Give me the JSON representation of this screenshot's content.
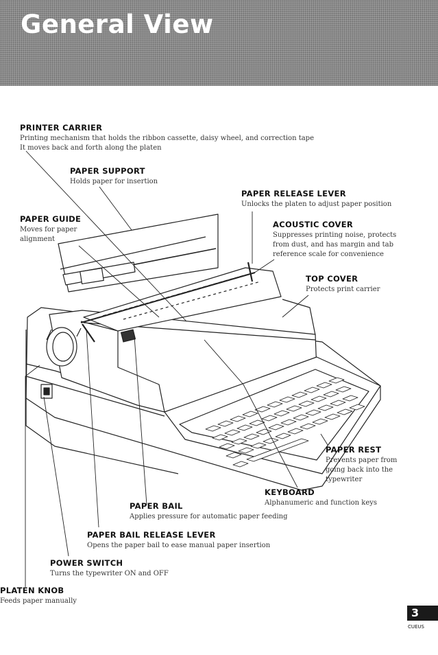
{
  "page": {
    "title": "General View",
    "page_number": "3",
    "footer_code": "CUEUS"
  },
  "callouts": [
    {
      "id": "printer-carrier",
      "title": "PRINTER CARRIER",
      "desc": "Printing mechanism that holds the ribbon cassette, daisy wheel, and correction tape\nIt moves back and forth along the platen"
    },
    {
      "id": "paper-support",
      "title": "PAPER SUPPORT",
      "desc": "Holds paper for insertion"
    },
    {
      "id": "paper-release-lever",
      "title": "PAPER RELEASE LEVER",
      "desc": "Unlocks the platen to adjust paper position"
    },
    {
      "id": "paper-guide",
      "title": "PAPER GUIDE",
      "desc": "Moves for paper\nalignment"
    },
    {
      "id": "acoustic-cover",
      "title": "ACOUSTIC COVER",
      "desc": "Suppresses printing noise, protects\nfrom dust, and has margin and tab\nreference scale for convenience"
    },
    {
      "id": "top-cover",
      "title": "TOP COVER",
      "desc": "Protects print carrier"
    },
    {
      "id": "paper-rest",
      "title": "PAPER REST",
      "desc": "Prevents paper from\ngoing back into the\ntypewriter"
    },
    {
      "id": "keyboard",
      "title": "KEYBOARD",
      "desc": "Alphanumeric and function keys"
    },
    {
      "id": "paper-bail",
      "title": "PAPER BAIL",
      "desc": "Applies pressure for automatic paper feeding"
    },
    {
      "id": "paper-bail-release-lever",
      "title": "PAPER BAIL RELEASE LEVER",
      "desc": "Opens the paper bail to ease manual paper insertion"
    },
    {
      "id": "power-switch",
      "title": "POWER SWITCH",
      "desc": "Turns the typewriter ON and OFF"
    },
    {
      "id": "platen-knob",
      "title": "PLATEN KNOB",
      "desc": "Feeds paper manually"
    }
  ]
}
